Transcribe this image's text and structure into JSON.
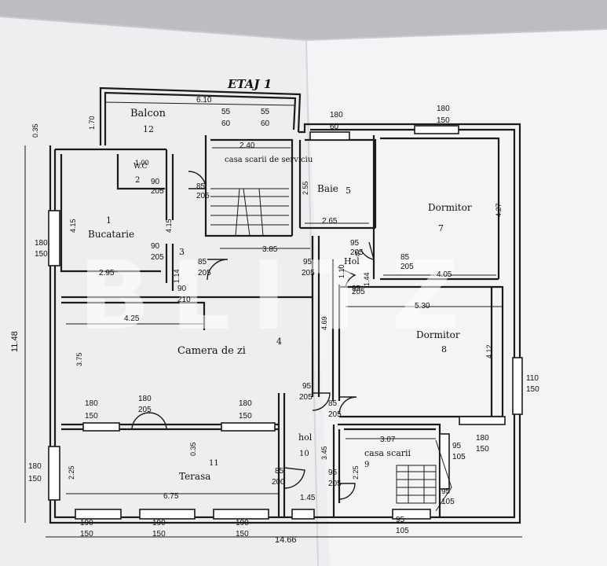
{
  "title": "ETAJ 1",
  "watermark": "BLITZ",
  "colors": {
    "paper": "#f1f1f3",
    "wall": "#1b1b1b",
    "shadow": "#cfcfd4"
  },
  "rooms": [
    {
      "id": "balcon",
      "name": "Balcon",
      "number": "12"
    },
    {
      "id": "wc",
      "name": "W.C",
      "number": "2"
    },
    {
      "id": "bucatarie",
      "name": "Bucatarie",
      "number": "1"
    },
    {
      "id": "hol3",
      "name": "",
      "number": "3"
    },
    {
      "id": "casa-scarii-serviciu",
      "name": "casa scarii de serviciu",
      "number": ""
    },
    {
      "id": "baie",
      "name": "Baie",
      "number": "5"
    },
    {
      "id": "dormitor7",
      "name": "Dormitor",
      "number": "7"
    },
    {
      "id": "hol6",
      "name": "Hol",
      "number": "6"
    },
    {
      "id": "camera-de-zi",
      "name": "Camera de zi",
      "number": "4"
    },
    {
      "id": "dormitor8",
      "name": "Dormitor",
      "number": "8"
    },
    {
      "id": "hol10",
      "name": "hol",
      "number": "10"
    },
    {
      "id": "casa-scarii",
      "name": "casa scarii",
      "number": "9"
    },
    {
      "id": "terasa",
      "name": "Terasa",
      "number": "11"
    }
  ],
  "dimensions": [
    "6.10",
    "0.35",
    "1.70",
    "55",
    "60",
    "55",
    "60",
    "2.40",
    "180",
    "60",
    "180",
    "150",
    "1.00",
    "90",
    "205",
    "85",
    "205",
    "2.55",
    "4.15",
    "4.15",
    "4.27",
    "180",
    "150",
    "2.65",
    "95",
    "205",
    "90",
    "205",
    "3.85",
    "85",
    "205",
    "2.95",
    "85",
    "205",
    "95",
    "205",
    "1.10",
    "1.44",
    "4.05",
    "1.14",
    "90",
    "210",
    "5.30",
    "95",
    "205",
    "4.25",
    "11.48",
    "3.75",
    "4.69",
    "4.12",
    "110",
    "150",
    "180",
    "150",
    "180",
    "205",
    "180",
    "150",
    "95",
    "205",
    "85",
    "205",
    "3.07",
    "0.35",
    "180",
    "150",
    "3.45",
    "95",
    "105",
    "180",
    "150",
    "2.25",
    "85",
    "200",
    "2.25",
    "95",
    "205",
    "6.75",
    "1.45",
    "95",
    "105",
    "190",
    "150",
    "190",
    "150",
    "190",
    "150",
    "95",
    "105",
    "14.66"
  ]
}
